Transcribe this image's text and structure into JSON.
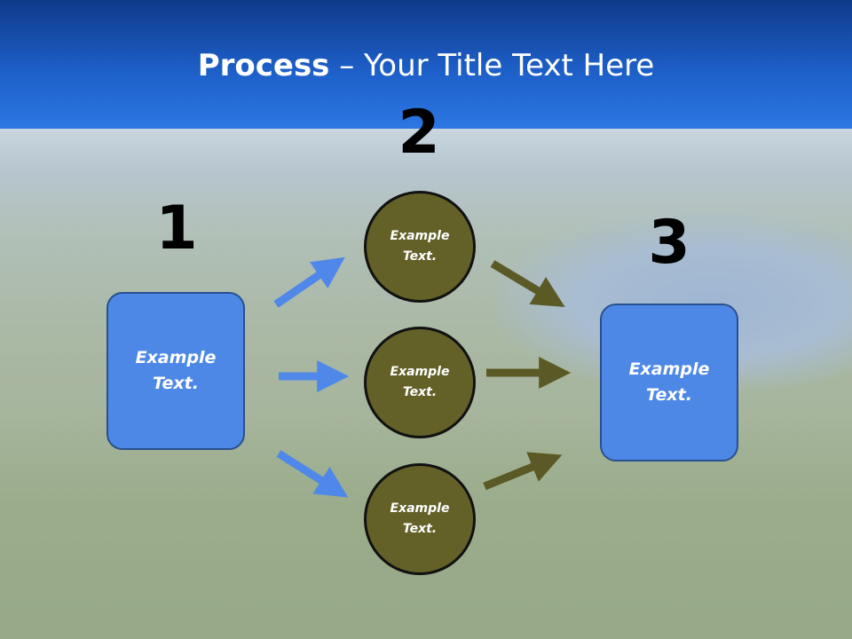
{
  "slide": {
    "title_bold": "Process",
    "title_rest": " – Your Title Text Here"
  },
  "steps": [
    {
      "number": "1"
    },
    {
      "number": "2"
    },
    {
      "number": "3"
    }
  ],
  "left_box": {
    "text": "Example\nText."
  },
  "right_box": {
    "text": "Example\nText."
  },
  "circles": [
    {
      "text": "Example\nText."
    },
    {
      "text": "Example\nText."
    },
    {
      "text": "Example\nText."
    }
  ],
  "colors": {
    "header_blue": "#1d5fc8",
    "box_blue": "#4e88e6",
    "circle_olive": "#636128",
    "arrow_blue": "#4f88e8",
    "arrow_olive": "#5b5a26"
  }
}
